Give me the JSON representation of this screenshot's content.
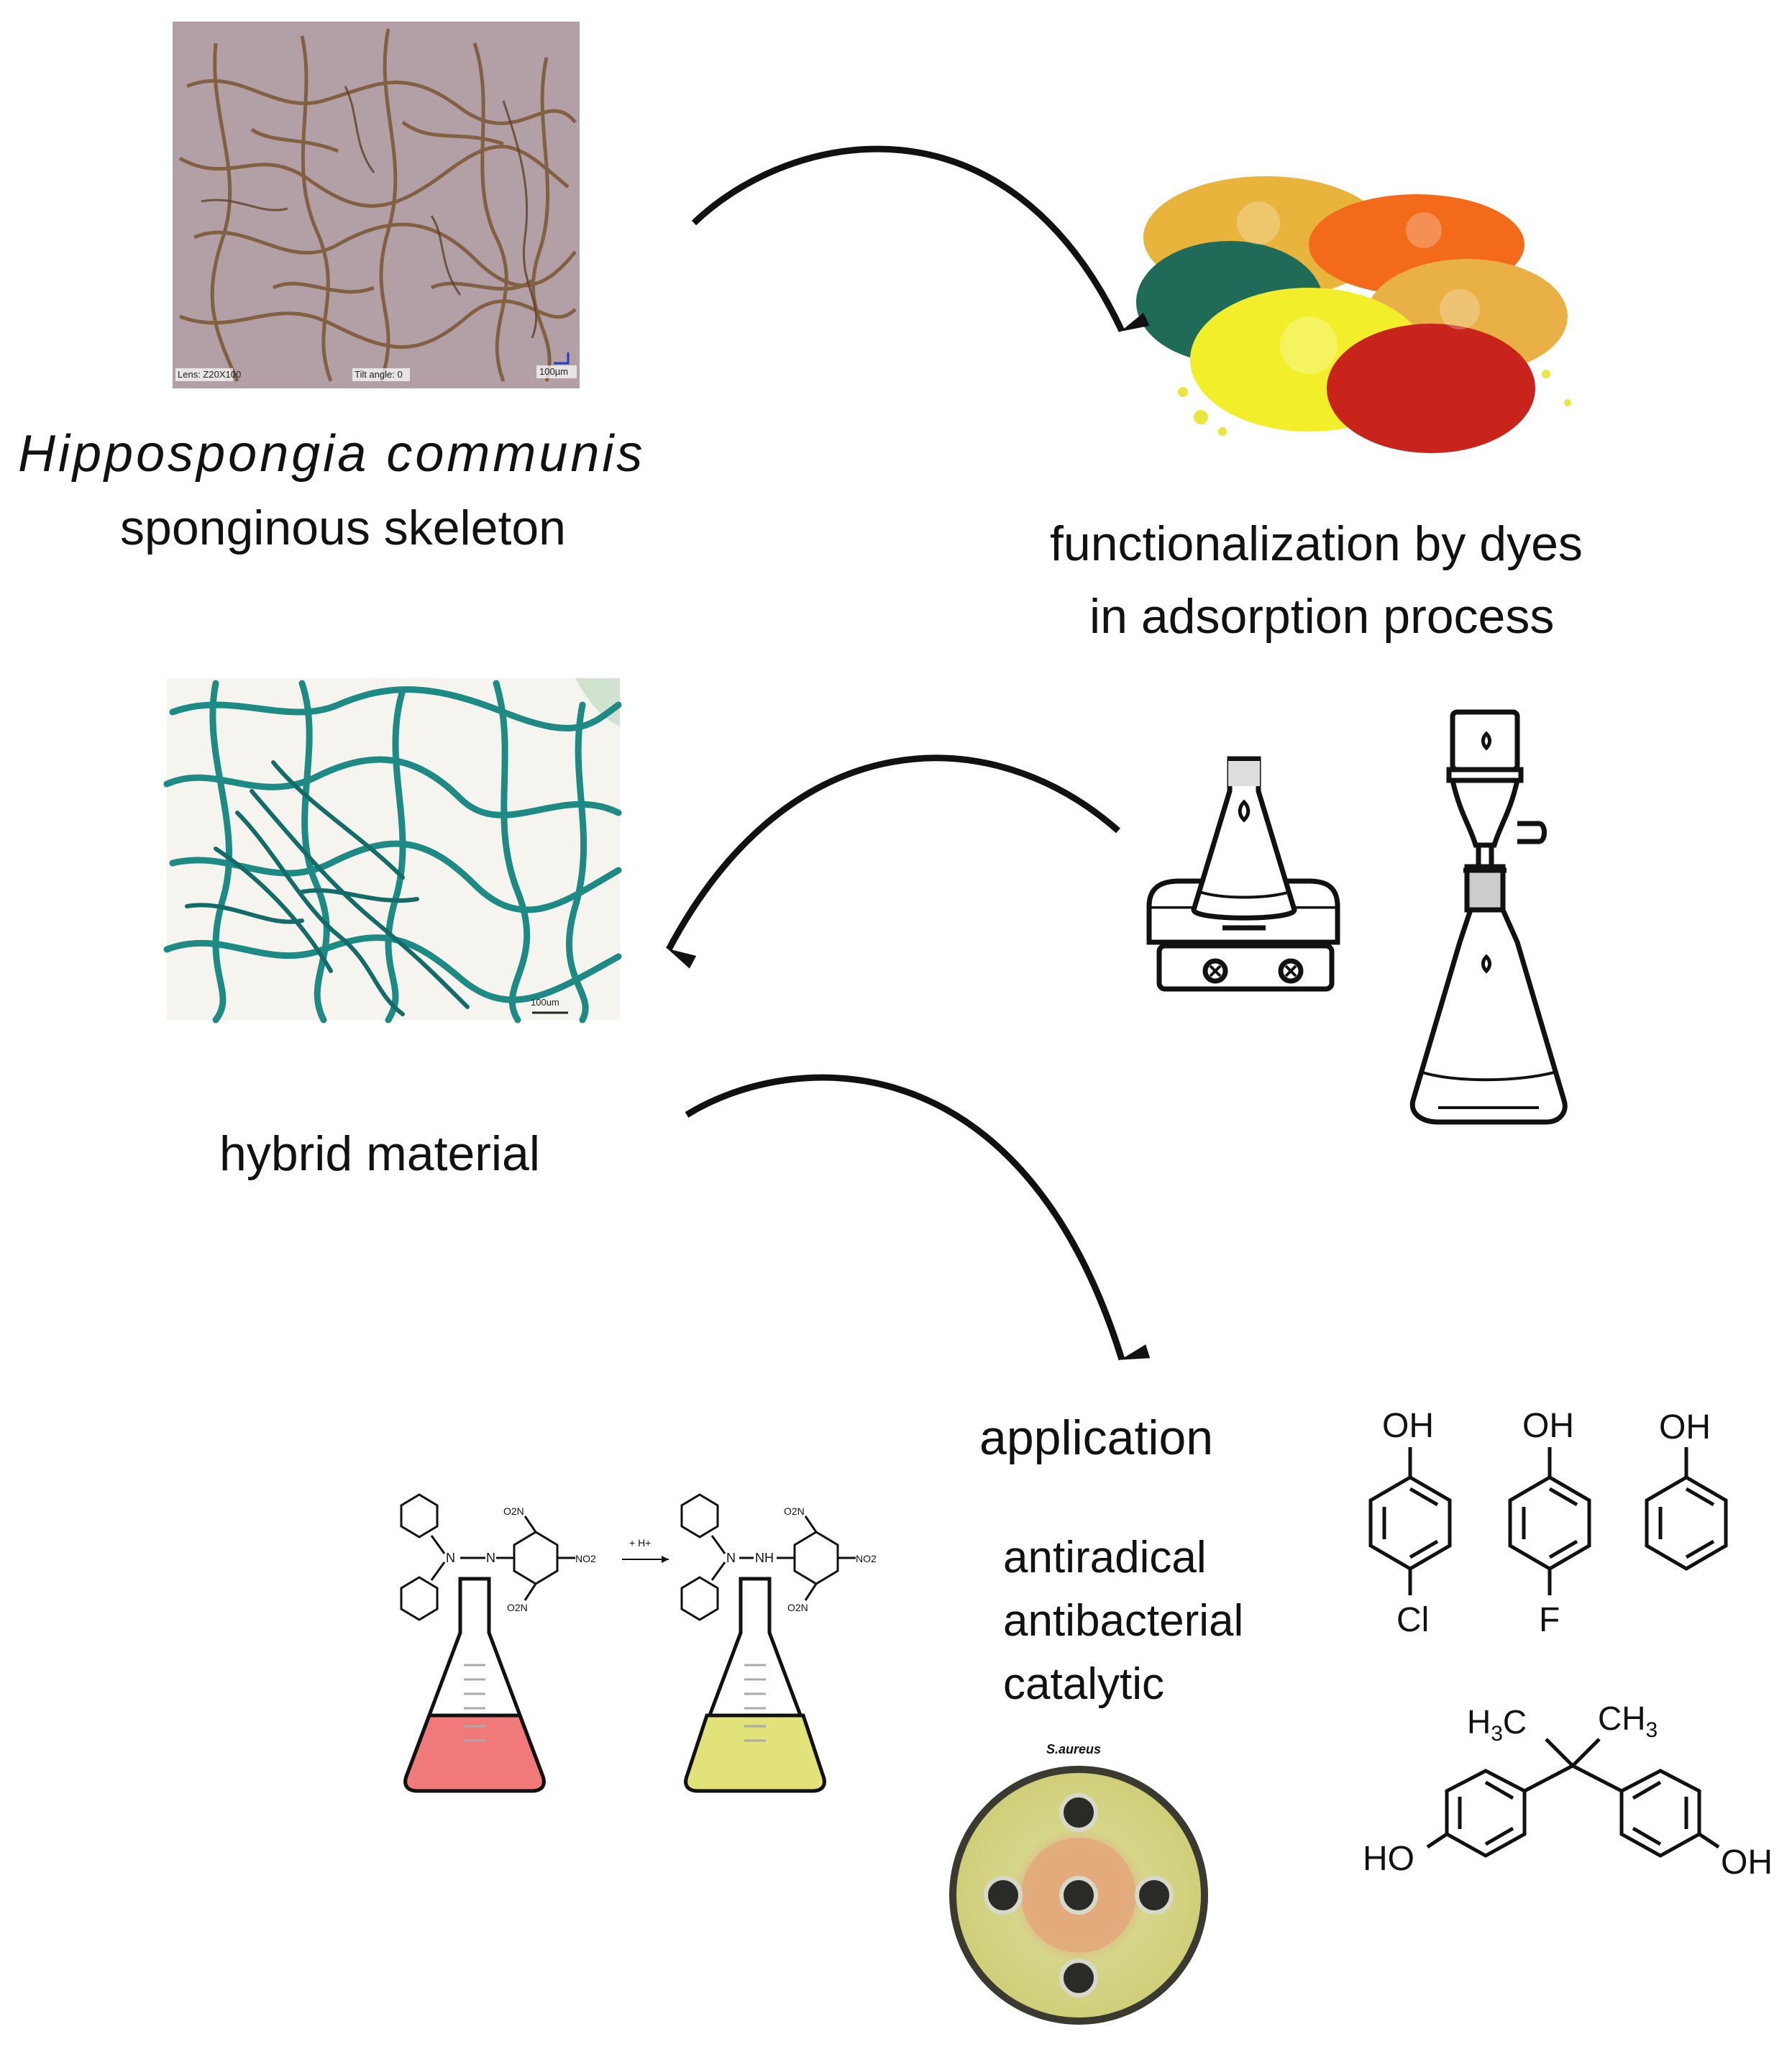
{
  "labels": {
    "species": "Hippospongia communis",
    "skeleton": "sponginous skeleton",
    "functionalization_line1": "functionalization by dyes",
    "functionalization_line2": "in adsorption process",
    "hybrid": "hybrid material",
    "application": "application",
    "uses": [
      "antiradical",
      "antibacterial",
      "catalytic"
    ]
  },
  "micrograph": {
    "lens": "Lens: Z20X100",
    "tilt": "Tilt angle: 0",
    "scale": "100µm"
  },
  "hybrid_scale": "100um",
  "petri_label": "S.aureus",
  "chemistry": {
    "oh": "OH",
    "ho": "HO",
    "cl": "Cl",
    "f": "F",
    "h3c": "H3C",
    "ch3": "CH3",
    "no2": "NO2",
    "o2n": "O2N",
    "n": "N",
    "nh": "NH",
    "h_plus": "+ H+"
  },
  "colors": {
    "sponge_brown": "#8a6a45",
    "sponge_bg": "#b8a0a4",
    "fiber_teal": "#1e8a84",
    "dye_green": "#1f6b57",
    "dye_yellow": "#f2ef2a",
    "dye_orange": "#f26a1a",
    "dye_gold": "#e8b43c",
    "dye_red": "#c8241b",
    "flask_pink": "#f07a7a",
    "flask_yellow": "#e2e27a",
    "petri_yellow": "#d8d880",
    "petri_zone": "#e3a97a"
  }
}
